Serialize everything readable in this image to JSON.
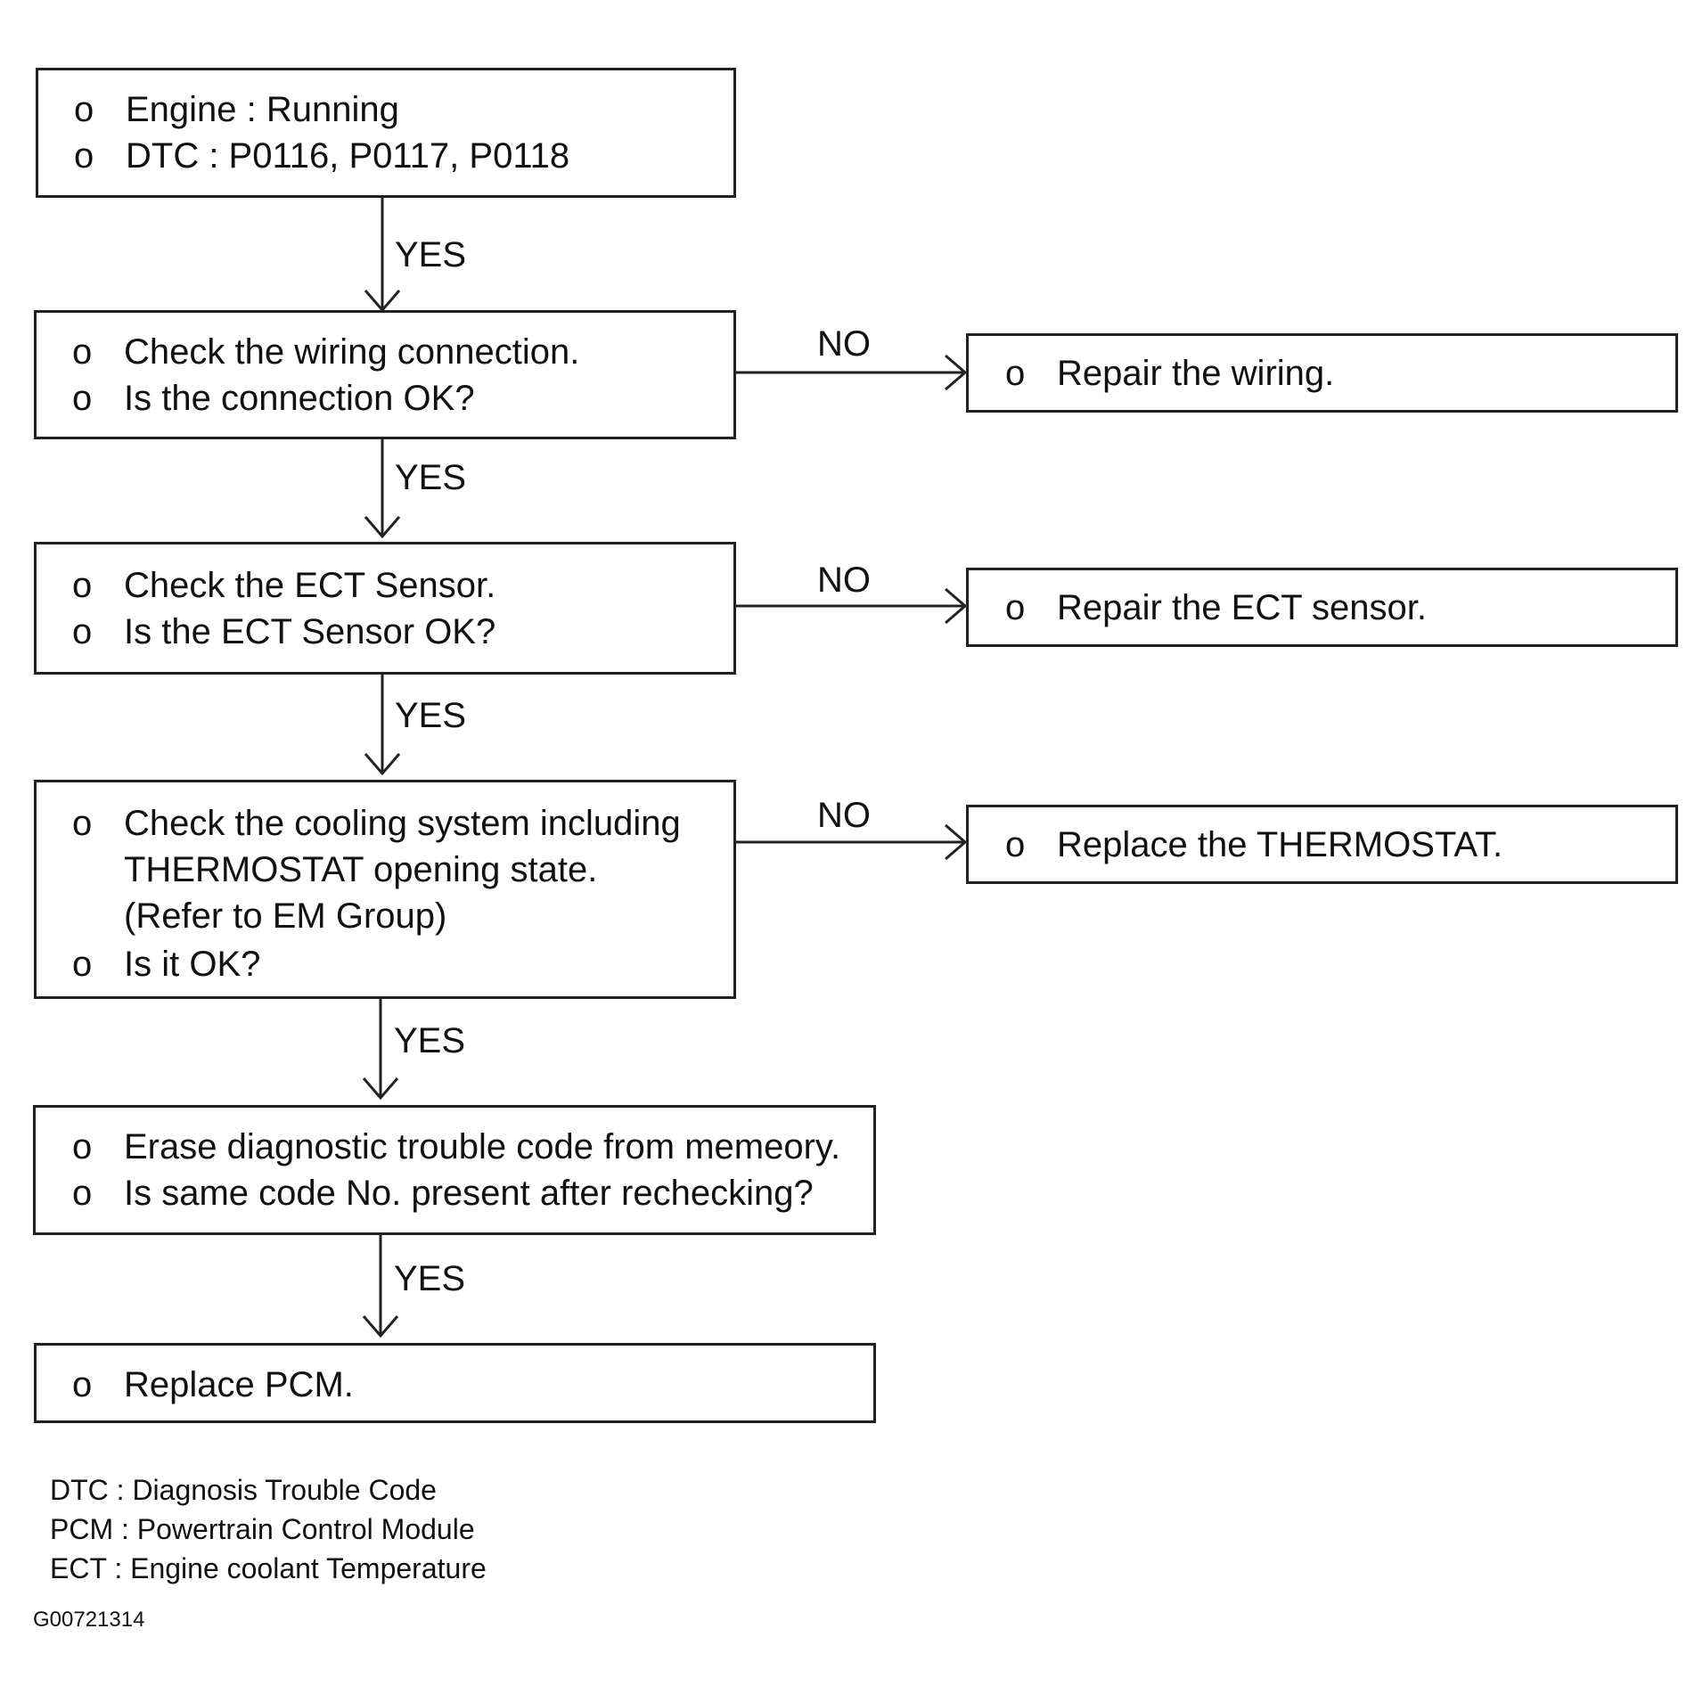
{
  "steps": {
    "start": {
      "lines": [
        {
          "bullet": "o",
          "text": "Engine : Running"
        },
        {
          "bullet": "o",
          "text": "DTC : P0116, P0117, P0118"
        }
      ]
    },
    "wiring_check": {
      "lines": [
        {
          "bullet": "o",
          "text": "Check the wiring connection."
        },
        {
          "bullet": "o",
          "text": "Is the connection OK?"
        }
      ]
    },
    "ect_check": {
      "lines": [
        {
          "bullet": "o",
          "text": "Check the ECT Sensor."
        },
        {
          "bullet": "o",
          "text": "Is the ECT Sensor OK?"
        }
      ]
    },
    "cooling_check": {
      "line1": {
        "bullet": "o",
        "text": "Check the cooling system including"
      },
      "cont1": "THERMOSTAT opening state.",
      "cont2": "(Refer to EM Group)",
      "line2": {
        "bullet": "o",
        "text": "Is it OK?"
      }
    },
    "erase_check": {
      "lines": [
        {
          "bullet": "o",
          "text": "Erase diagnostic trouble code from memeory."
        },
        {
          "bullet": "o",
          "text": "Is same code No. present after rechecking?"
        }
      ]
    },
    "replace_pcm": {
      "lines": [
        {
          "bullet": "o",
          "text": "Replace PCM."
        }
      ]
    }
  },
  "actions": {
    "repair_wiring": {
      "bullet": "o",
      "text": "Repair the wiring."
    },
    "repair_ect": {
      "bullet": "o",
      "text": "Repair the ECT sensor."
    },
    "replace_thermostat": {
      "bullet": "o",
      "text": "Replace the THERMOSTAT."
    }
  },
  "edge_labels": {
    "yes": "YES",
    "no": "NO"
  },
  "legend": [
    "DTC : Diagnosis Trouble Code",
    "PCM : Powertrain Control Module",
    "ECT : Engine coolant Temperature"
  ],
  "figure_id": "G00721314",
  "colors": {
    "line": "#222222",
    "background": "#ffffff"
  }
}
